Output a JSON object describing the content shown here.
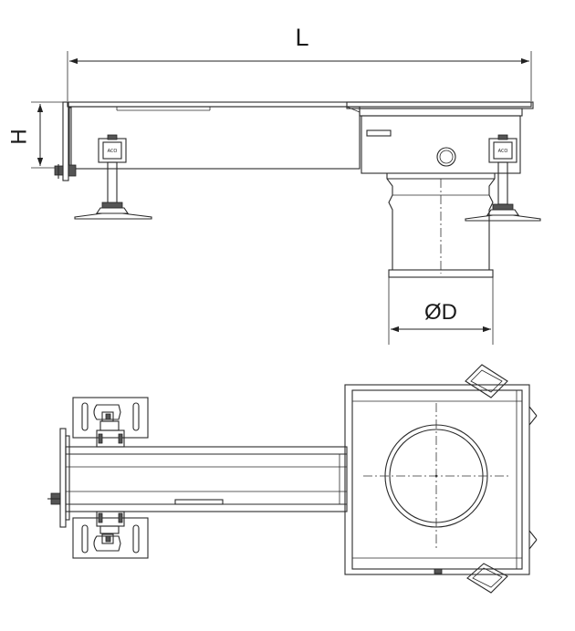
{
  "dimensions": {
    "length_label": "L",
    "height_label": "H",
    "diameter_label": "ØD"
  },
  "foot_plate_text": "ACO",
  "views": [
    "side-elevation",
    "top-plan"
  ]
}
